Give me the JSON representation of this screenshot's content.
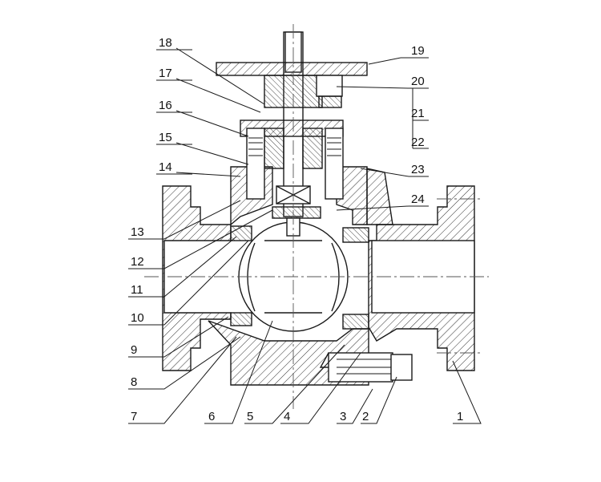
{
  "diagram": {
    "labels": [
      "1",
      "2",
      "3",
      "4",
      "5",
      "6",
      "7",
      "8",
      "9",
      "10",
      "11",
      "12",
      "13",
      "14",
      "15",
      "16",
      "17",
      "18",
      "19",
      "20",
      "21",
      "22",
      "23",
      "24"
    ]
  },
  "colors": {
    "line": "#1a1a1a",
    "hatch": "#333333",
    "centerline": "#555555",
    "background": "#ffffff"
  }
}
